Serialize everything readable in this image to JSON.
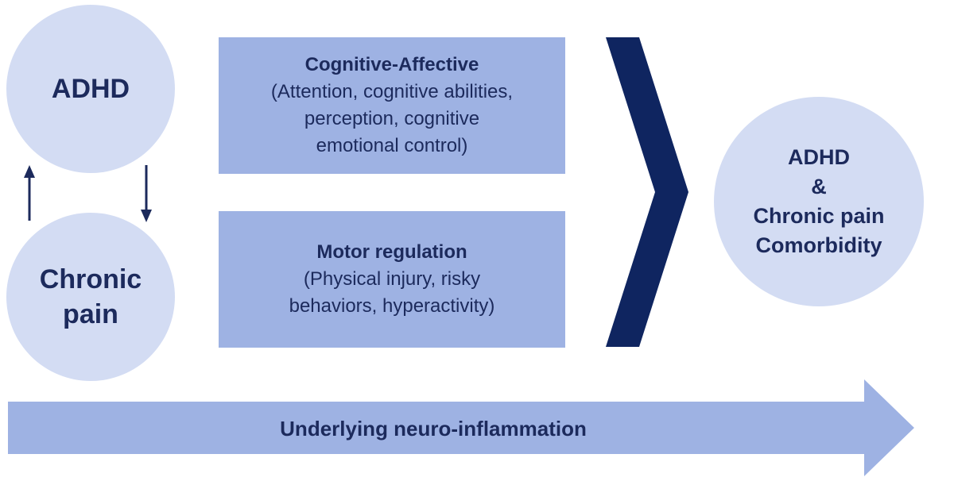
{
  "colors": {
    "circle_fill": "#d3dcf3",
    "box_fill": "#9eb2e3",
    "arrow_fill": "#9eb2e3",
    "chevron_fill": "#0f2560",
    "text": "#1c2a5c"
  },
  "left": {
    "adhd_label": "ADHD",
    "pain_label_line1": "Chronic",
    "pain_label_line2": "pain",
    "up_arrow_icon": "arrow-up-icon",
    "down_arrow_icon": "arrow-down-icon"
  },
  "boxes": {
    "cognitive": {
      "title": "Cognitive-Affective",
      "desc_line1": "(Attention, cognitive abilities,",
      "desc_line2": "perception, cognitive",
      "desc_line3": "emotional control)"
    },
    "motor": {
      "title": "Motor regulation",
      "desc_line1": "(Physical injury, risky",
      "desc_line2": "behaviors, hyperactivity)"
    }
  },
  "chevron_icon": "chevron-right-icon",
  "outcome": {
    "line1": "ADHD",
    "line2": "&",
    "line3": "Chronic pain",
    "line4": "Comorbidity"
  },
  "bottom_arrow": {
    "label": "Underlying neuro-inflammation"
  }
}
